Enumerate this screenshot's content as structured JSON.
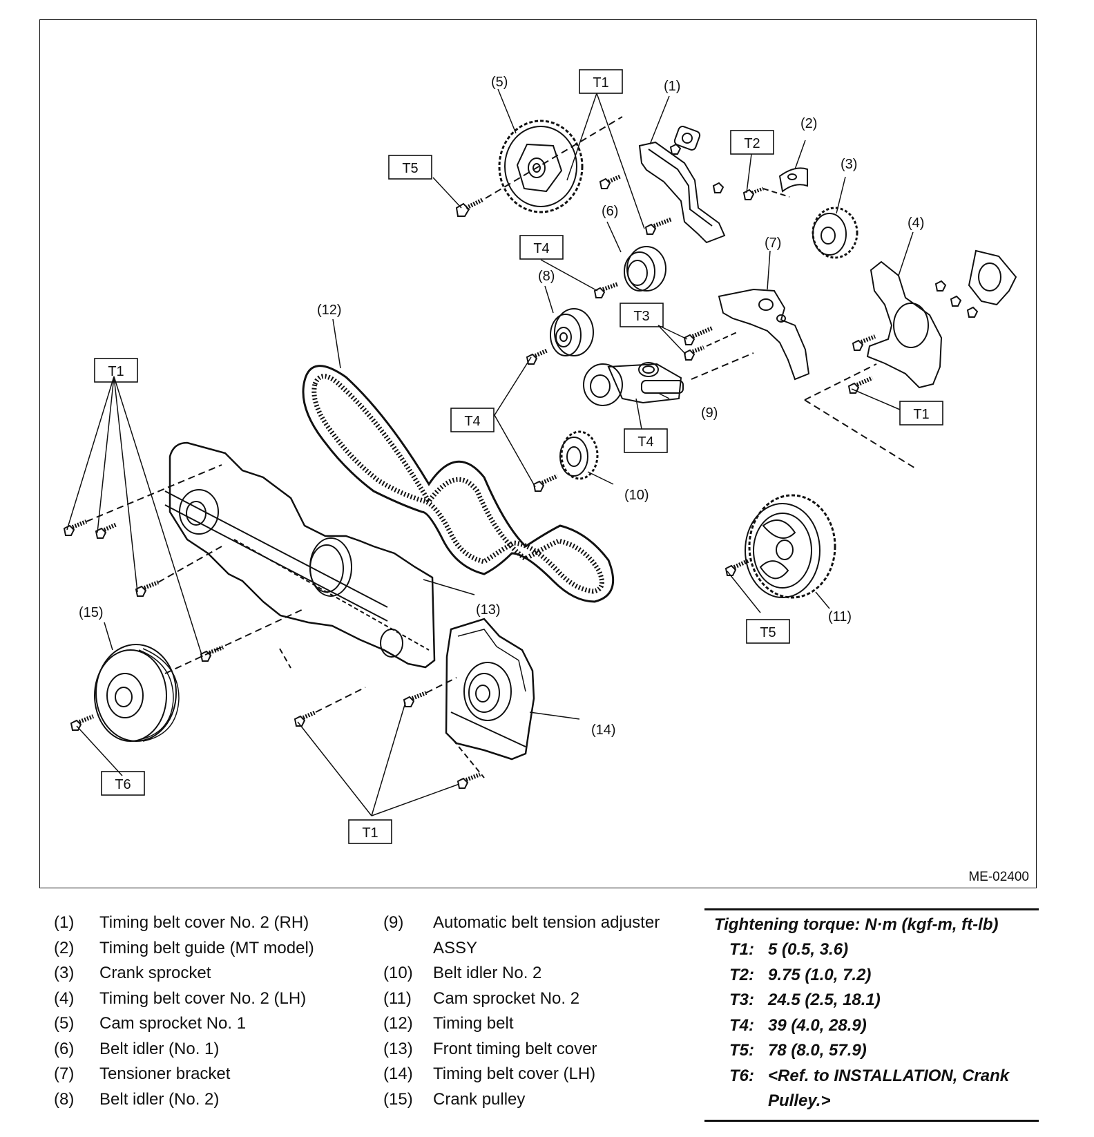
{
  "figure_id": "ME-02400",
  "callouts": {
    "c1": "(1)",
    "c2": "(2)",
    "c3": "(3)",
    "c4": "(4)",
    "c5": "(5)",
    "c6": "(6)",
    "c7": "(7)",
    "c8": "(8)",
    "c9": "(9)",
    "c10": "(10)",
    "c11": "(11)",
    "c12": "(12)",
    "c13": "(13)",
    "c14": "(14)",
    "c15": "(15)"
  },
  "torque_tags": {
    "t1": "T1",
    "t2": "T2",
    "t3": "T3",
    "t4": "T4",
    "t5": "T5",
    "t6": "T6"
  },
  "legend": {
    "col1": [
      {
        "num": "(1)",
        "label": "Timing belt cover No. 2 (RH)"
      },
      {
        "num": "(2)",
        "label": "Timing belt guide (MT model)"
      },
      {
        "num": "(3)",
        "label": "Crank sprocket"
      },
      {
        "num": "(4)",
        "label": "Timing belt cover No. 2 (LH)"
      },
      {
        "num": "(5)",
        "label": "Cam sprocket No. 1"
      },
      {
        "num": "(6)",
        "label": "Belt idler (No. 1)"
      },
      {
        "num": "(7)",
        "label": "Tensioner bracket"
      },
      {
        "num": "(8)",
        "label": "Belt idler (No. 2)"
      }
    ],
    "col2": [
      {
        "num": "(9)",
        "label": "Automatic belt tension adjuster ASSY"
      },
      {
        "num": "(10)",
        "label": "Belt idler No. 2"
      },
      {
        "num": "(11)",
        "label": "Cam sprocket No. 2"
      },
      {
        "num": "(12)",
        "label": "Timing belt"
      },
      {
        "num": "(13)",
        "label": "Front timing belt cover"
      },
      {
        "num": "(14)",
        "label": "Timing belt cover (LH)"
      },
      {
        "num": "(15)",
        "label": "Crank pulley"
      }
    ]
  },
  "torque": {
    "title": "Tightening torque: N·m (kgf-m, ft-lb)",
    "rows": [
      {
        "key": "T1:",
        "value": "5 (0.5, 3.6)"
      },
      {
        "key": "T2:",
        "value": "9.75 (1.0, 7.2)"
      },
      {
        "key": "T3:",
        "value": "24.5 (2.5, 18.1)"
      },
      {
        "key": "T4:",
        "value": "39 (4.0, 28.9)"
      },
      {
        "key": "T5:",
        "value": "78 (8.0, 57.9)"
      },
      {
        "key": "T6:",
        "value": "<Ref. to INSTALLATION, Crank Pulley.>"
      }
    ]
  }
}
